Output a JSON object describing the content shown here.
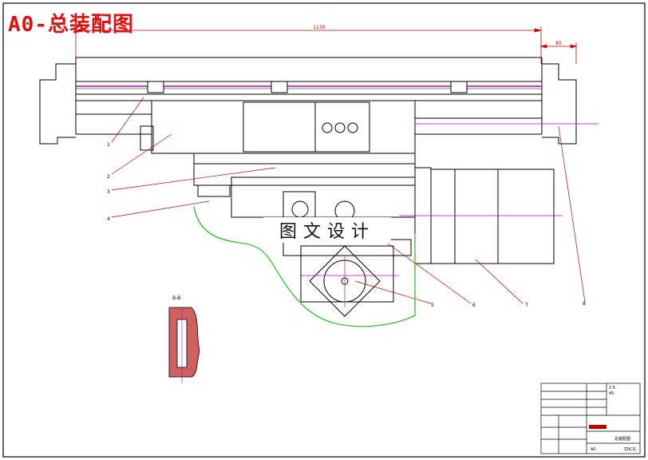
{
  "title": "A0-总装配图",
  "watermark": "图文设计",
  "dimensions": {
    "overall_length": "1130",
    "end_width": "85"
  },
  "section_label": "B-B",
  "part_callouts": [
    "1",
    "2",
    "3",
    "4",
    "5",
    "6",
    "7",
    "8"
  ],
  "title_block": {
    "drawing_name": "总装配图",
    "scale": "1:5",
    "sheet": "A0",
    "code": "ZDCG",
    "sheet_count": "45"
  },
  "colors": {
    "outline": "#000000",
    "dimension": "#d00000",
    "leader": "#c00000",
    "centerline": "#c000c0",
    "cutaway": "#00c000",
    "section_hatch": "#c03030",
    "title": "#e01010"
  }
}
